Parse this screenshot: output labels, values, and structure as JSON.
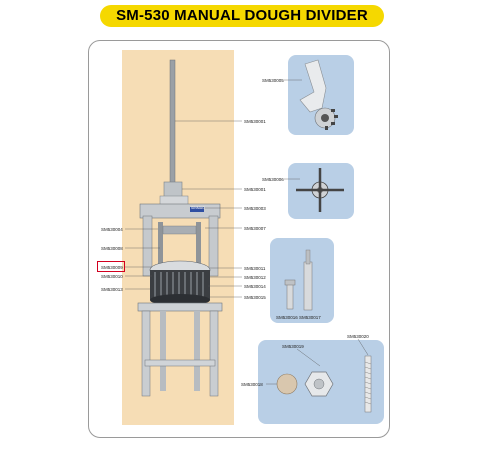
{
  "title": "SM-530  MANUAL DOUGH DIVIDER",
  "parts": {
    "p5": "SM530005",
    "p1": "SM530001",
    "p1b": "SM530001",
    "p6": "SM530006",
    "p3": "SM530003",
    "p4": "SM530004",
    "p7": "SM530007",
    "p8": "SM530008",
    "p9": "SM530009",
    "p10": "SM530010",
    "p11": "SM530011",
    "p12": "SM530012",
    "p13": "SM530013",
    "p14": "SM530014",
    "p15": "SM530015",
    "p16": "SM530016",
    "p17": "SM530017",
    "p18": "SM530018",
    "p19": "SM530019",
    "p20": "SM530020"
  },
  "nameplate": "SINMAG",
  "highlighted_part": "SM530009",
  "colors": {
    "banner": "#f5d800",
    "panel": "#b9cfe6",
    "photo_bg": "#f6ddb5",
    "highlight": "#d2001f"
  }
}
